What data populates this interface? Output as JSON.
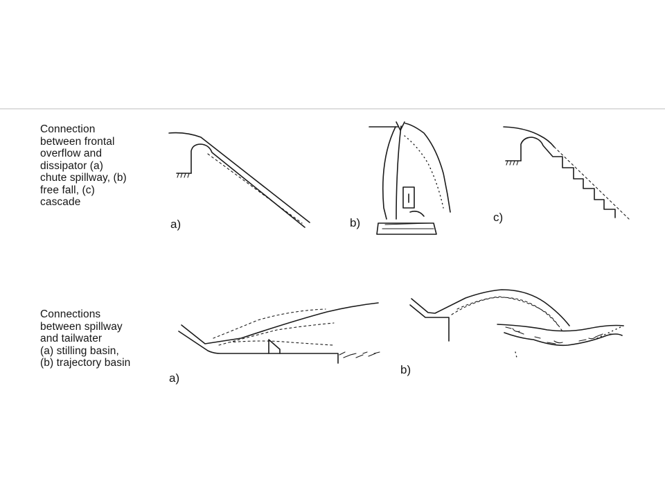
{
  "top_caption": {
    "lines": [
      "Connection",
      "between frontal",
      "overflow and",
      "dissipator (a)",
      "chute spillway, (b)",
      "free fall, (c)",
      "cascade"
    ]
  },
  "bottom_caption": {
    "lines": [
      "Connections",
      "between spillway",
      "and tailwater",
      "(a) stilling basin,",
      "(b) trajectory basin"
    ]
  },
  "labels": {
    "top_a": "a)",
    "top_b": "b)",
    "top_c": "c)",
    "bottom_a": "a)",
    "bottom_b": "b)"
  }
}
